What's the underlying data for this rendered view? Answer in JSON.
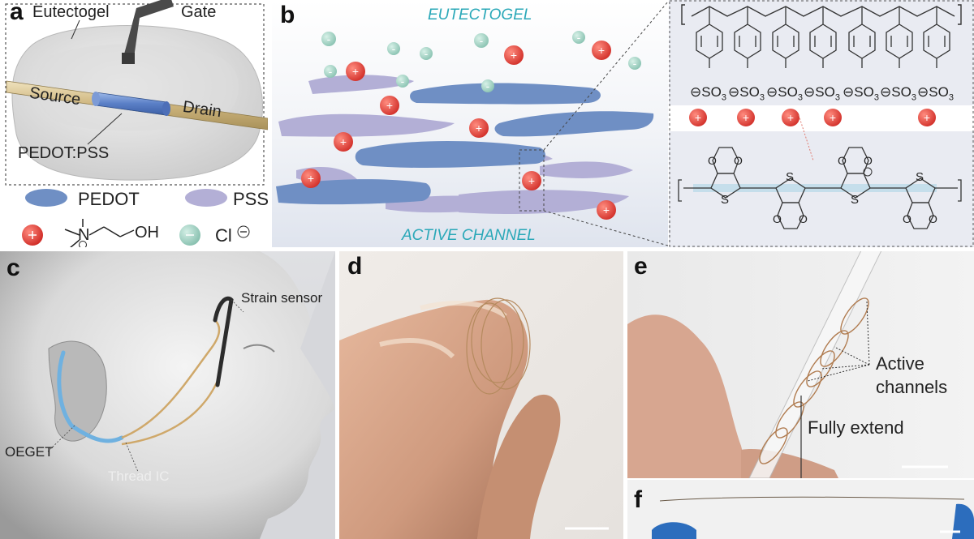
{
  "panel_labels": {
    "a": "a",
    "b": "b",
    "c": "c",
    "d": "d",
    "e": "e",
    "f": "f"
  },
  "panel_a": {
    "eutectogel": "Eutectogel",
    "gate": "Gate",
    "source": "Source",
    "drain": "Drain",
    "channel": "PEDOT:PSS"
  },
  "legend": {
    "pedot": "PEDOT",
    "pss": "PSS",
    "oh": "OH",
    "chloride": "Cl",
    "charge_plus": "+",
    "charge_minus": "−"
  },
  "panel_b": {
    "top_label": "EUTECTOGEL",
    "bottom_label": "ACTIVE CHANNEL"
  },
  "chem": {
    "so3": "SO",
    "so3_sub": "3",
    "sulfur": "S",
    "oxygen": "O"
  },
  "panel_c": {
    "strain_sensor": "Strain sensor",
    "oeget": "OEGET",
    "thread_ic": "Thread IC"
  },
  "panel_e": {
    "active_line1": "Active",
    "active_line2": "channels",
    "fully_extend": "Fully extend"
  },
  "colors": {
    "pedot_blue": "#6f8fc4",
    "pss_purple": "#b3afd6",
    "cation_red": "#e23a34",
    "anion_teal": "#93c9b8",
    "label_teal": "#2aa8b8",
    "gold_wire": "#d8c08a"
  }
}
